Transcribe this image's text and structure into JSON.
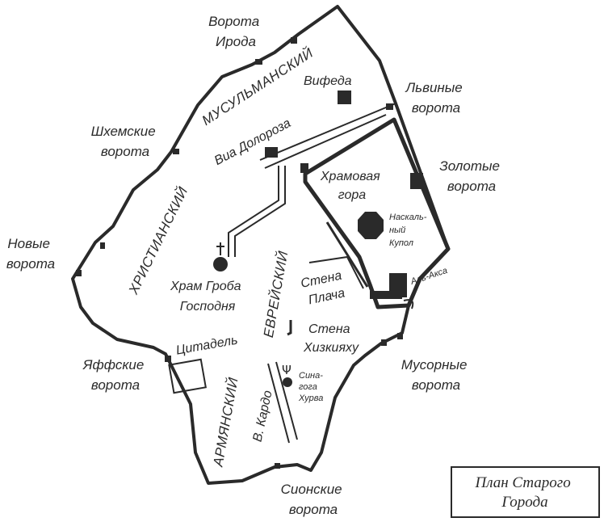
{
  "gates": {
    "herod": [
      "Ворота",
      "Ирода"
    ],
    "shechem": [
      "Шхемские",
      "ворота"
    ],
    "new": [
      "Новые",
      "ворота"
    ],
    "jaffa": [
      "Яффские",
      "ворота"
    ],
    "zion": [
      "Сионские",
      "ворота"
    ],
    "dung": [
      "Мусорные",
      "ворота"
    ],
    "golden": [
      "Золотые",
      "ворота"
    ],
    "lions": [
      "Львиные",
      "ворота"
    ]
  },
  "quarters": {
    "muslim": "МУСУЛЬМАНСКИЙ",
    "christian": "ХРИСТИАНСКИЙ",
    "jewish": "ЕВРЕЙСКИЙ",
    "armenian": "АРМЯНСКИЙ"
  },
  "sites": {
    "bethesda": "Вифеда",
    "via_dolorosa": "Виа Долороза",
    "temple_mount": [
      "Храмовая",
      "гора"
    ],
    "dome": [
      "Наскаль-",
      "ный",
      "Купол"
    ],
    "al_aqsa": "Аль-Акса",
    "wailing_wall": [
      "Стена",
      "Плача"
    ],
    "holy_sepulchre": [
      "Храм Гроба",
      "Господня"
    ],
    "citadel": "Цитадель",
    "hezekiah_wall": [
      "Стена",
      "Хизкияху"
    ],
    "hurva": [
      "Сина-",
      "гога",
      "Хурва"
    ],
    "cardo": "В. Кардо"
  },
  "legend": {
    "title": [
      "План Старого",
      "Города"
    ]
  },
  "colors": {
    "ink": "#2a2a2a",
    "background": "#ffffff"
  }
}
